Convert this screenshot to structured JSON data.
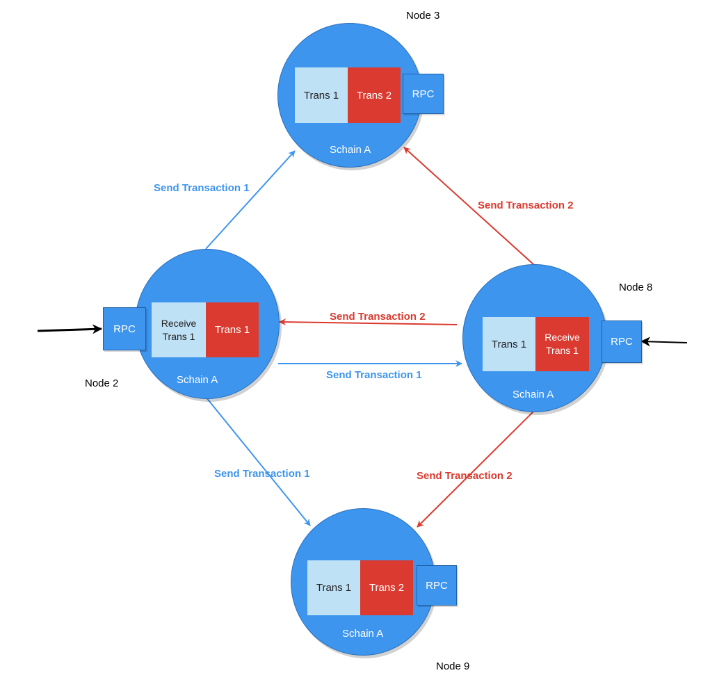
{
  "colors": {
    "node_blue": "#3d95ee",
    "light_blue": "#bfe1f5",
    "red": "#da3a2f",
    "black": "#000000"
  },
  "nodes": {
    "node3": {
      "label": "Node 3",
      "tx_left": "Trans 1",
      "tx_right": "Trans 2",
      "rpc": "RPC",
      "schain": "Schain A"
    },
    "node2": {
      "label": "Node 2",
      "tx_left": "Receive\nTrans 1",
      "tx_right": "Trans 1",
      "rpc": "RPC",
      "schain": "Schain A"
    },
    "node8": {
      "label": "Node 8",
      "tx_left": "Trans 1",
      "tx_right": "Receive\nTrans 1",
      "rpc": "RPC",
      "schain": "Schain A"
    },
    "node9": {
      "label": "Node 9",
      "tx_left": "Trans 1",
      "tx_right": "Trans 2",
      "rpc": "RPC",
      "schain": "Schain A"
    }
  },
  "edges": {
    "n2_to_n3": "Send Transaction 1",
    "n8_to_n3": "Send Transaction 2",
    "n8_to_n2": "Send Transaction 2",
    "n2_to_n8": "Send Transaction 1",
    "n2_to_n9": "Send Transaction 1",
    "n8_to_n9": "Send Transaction 2"
  }
}
